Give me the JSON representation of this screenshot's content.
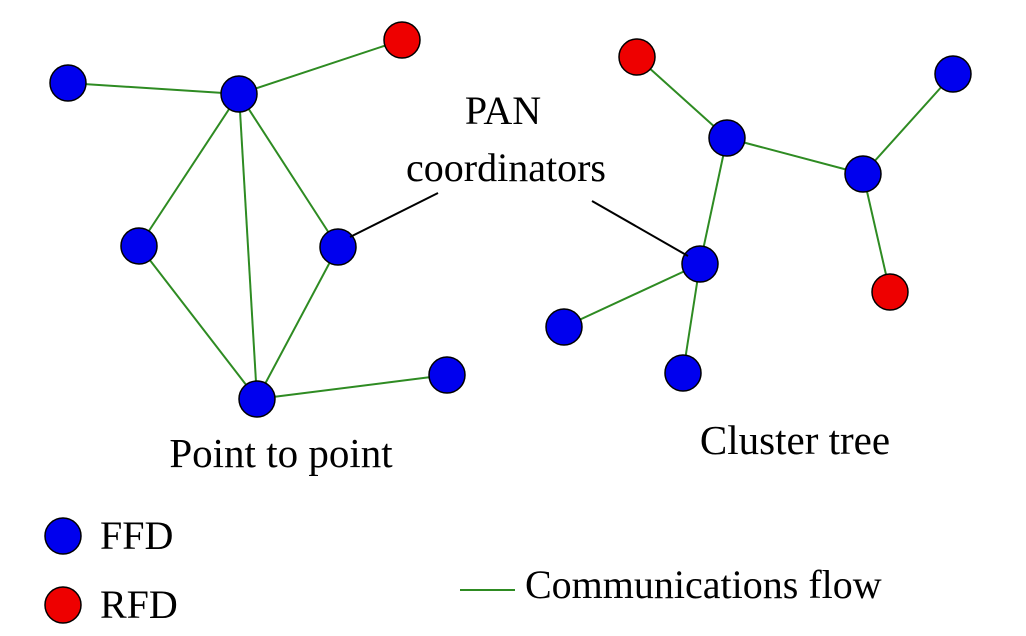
{
  "labels": {
    "coordinators_line1": "PAN",
    "coordinators_line2": "coordinators",
    "point_to_point": "Point to point",
    "cluster_tree": "Cluster tree"
  },
  "legend": {
    "ffd": "FFD",
    "rfd": "RFD",
    "flow": "Communications flow"
  },
  "colors": {
    "ffd": "#0000ee",
    "rfd": "#ee0000",
    "link": "#2e8b22",
    "outline": "#000000"
  }
}
